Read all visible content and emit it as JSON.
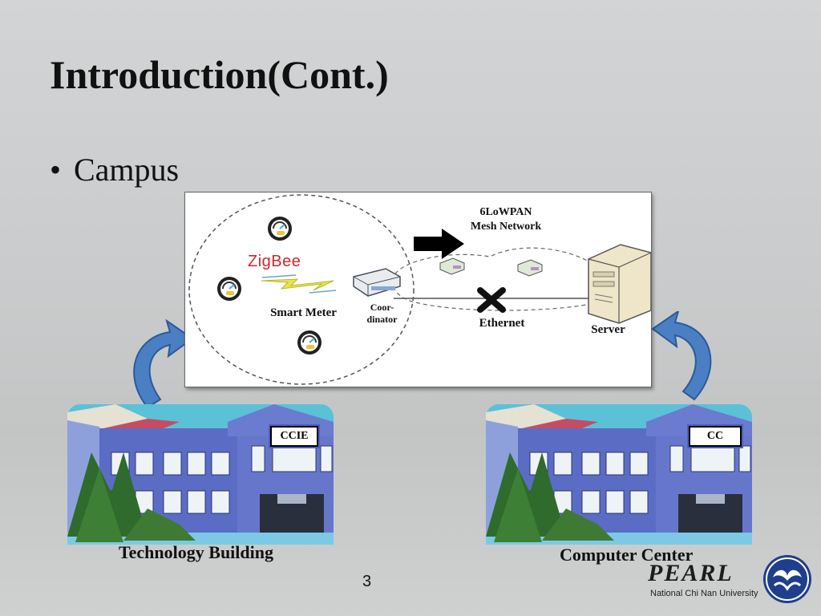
{
  "slide": {
    "title": "Introduction(Cont.)",
    "bullet": "Campus",
    "page_number": "3"
  },
  "diagram": {
    "mesh_label_line1": "6LoWPAN",
    "mesh_label_line2": "Mesh Network",
    "zigbee_label": "ZigBee",
    "smart_meter_label": "Smart Meter",
    "coordinator_line1": "Coor-",
    "coordinator_line2": "dinator",
    "ethernet_label": "Ethernet",
    "server_label": "Server"
  },
  "buildings": [
    {
      "tag": "CCIE",
      "caption": "Technology Building"
    },
    {
      "tag": "CC",
      "caption": "Computer Center"
    }
  ],
  "branding": {
    "lab_name": "PEARL",
    "university": "National Chi Nan University"
  },
  "colors": {
    "accent_blue": "#4a7fc4",
    "building_blue": "#5b6cc4",
    "zigbee_red": "#c8282d"
  }
}
